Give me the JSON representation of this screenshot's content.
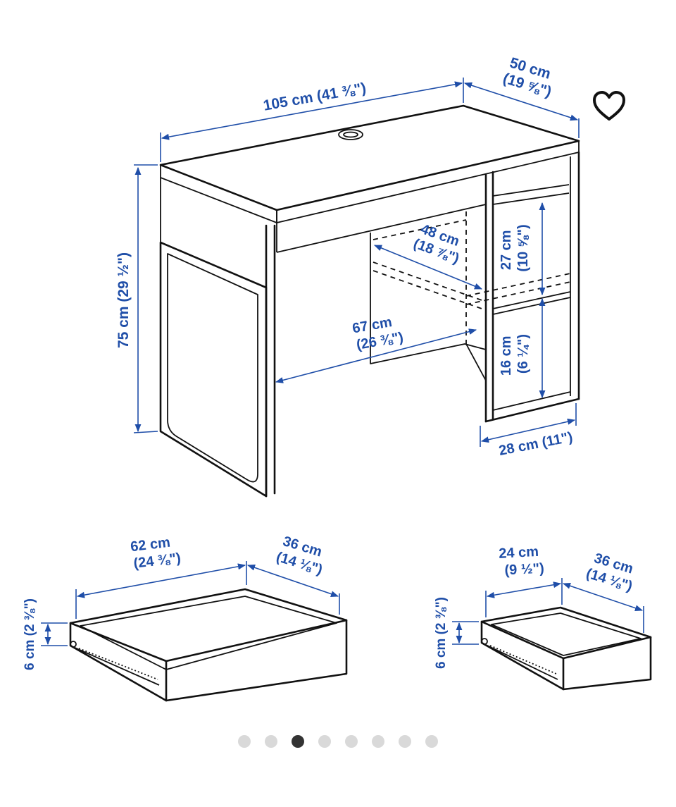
{
  "favorite_icon": "heart-outline-icon",
  "dimensions": {
    "width": {
      "metric": "105 cm",
      "imperial": "(41 ⅜\")"
    },
    "depth": {
      "metric": "50 cm",
      "imperial": "(19 ⅝\")"
    },
    "height": {
      "metric": "75 cm",
      "imperial": "(29 ½\")"
    },
    "leg_space_depth": {
      "metric": "48 cm",
      "imperial": "(18 ⅞\")"
    },
    "leg_space_width": {
      "metric": "67 cm",
      "imperial": "(26 ⅜\")"
    },
    "upper_compartment_height": {
      "metric": "27 cm",
      "imperial": "(10 ⅝\")"
    },
    "lower_compartment_height": {
      "metric": "16 cm",
      "imperial": "(6 ¼\")"
    },
    "cabinet_width": {
      "text": "28 cm (11\")"
    },
    "large_drawer": {
      "width": {
        "metric": "62 cm",
        "imperial": "(24 ⅜\")"
      },
      "depth": {
        "metric": "36 cm",
        "imperial": "(14 ⅛\")"
      },
      "height": {
        "text": "6 cm (2 ⅜\")"
      }
    },
    "small_drawer": {
      "width": {
        "metric": "24 cm",
        "imperial": "(9 ½\")"
      },
      "depth": {
        "metric": "36 cm",
        "imperial": "(14 ⅛\")"
      },
      "height": {
        "text": "6 cm (2 ⅜\")"
      }
    }
  },
  "carousel": {
    "total": 8,
    "active_index": 2
  }
}
